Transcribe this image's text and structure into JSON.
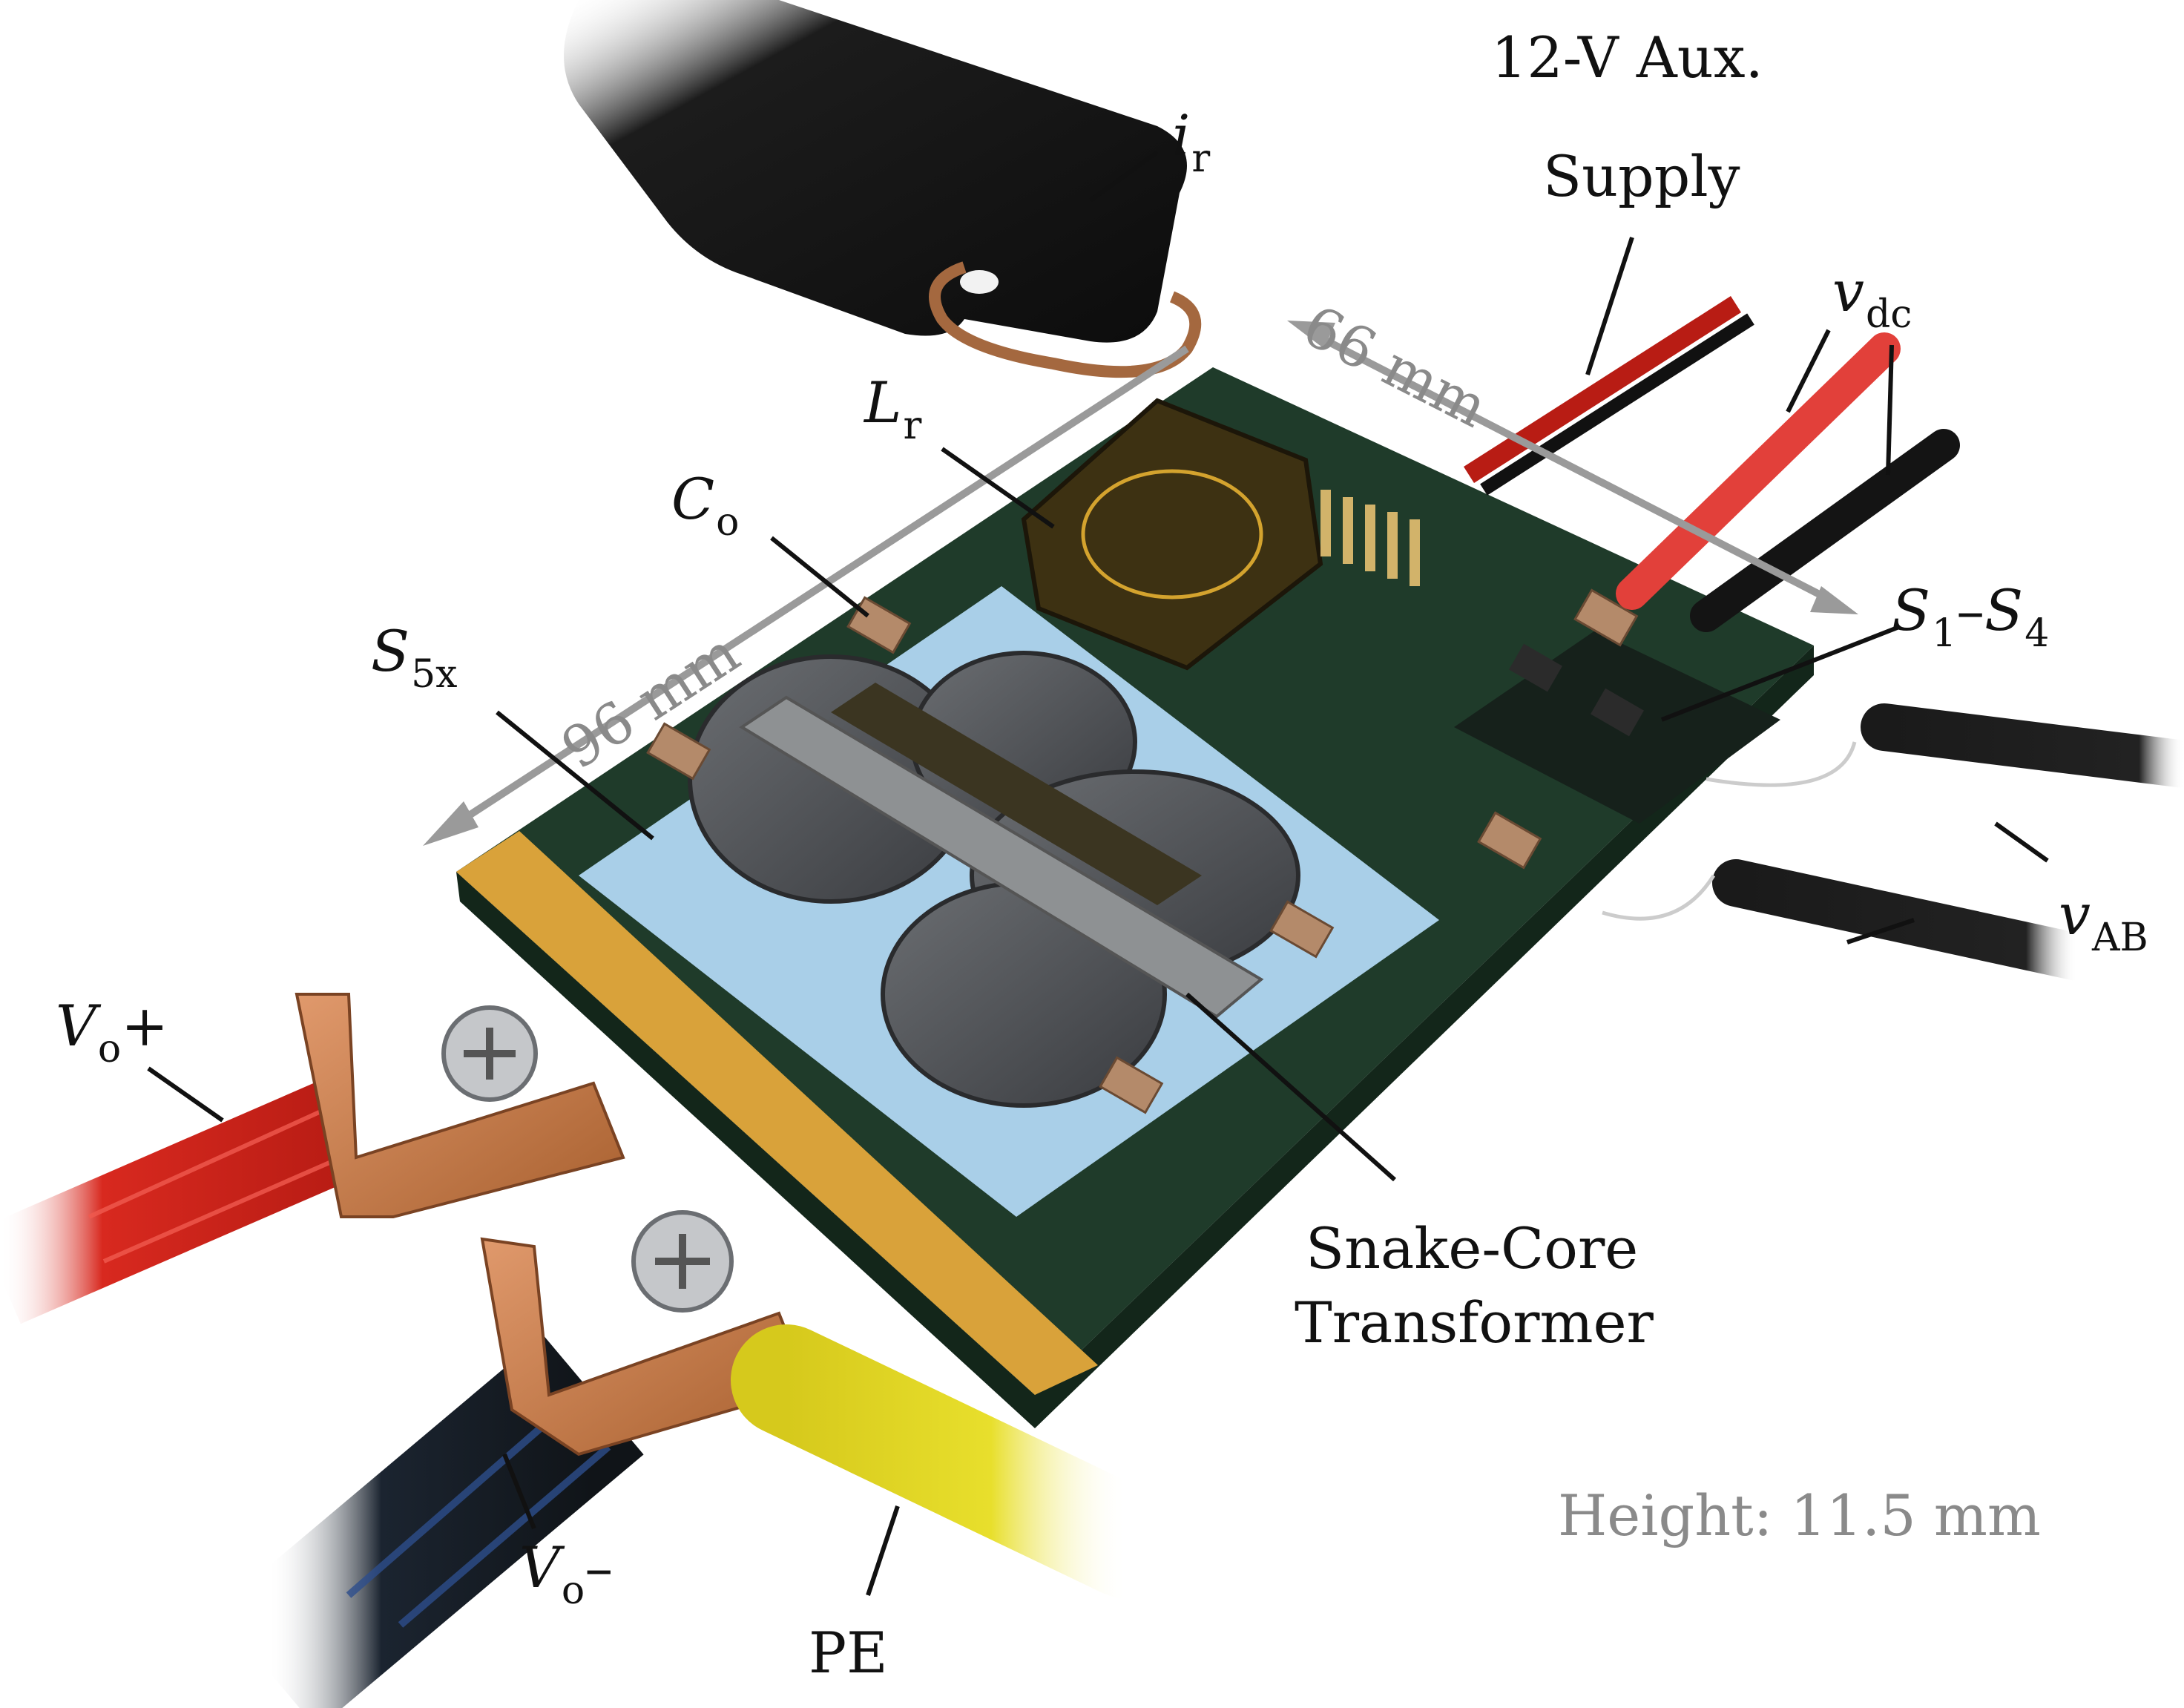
{
  "labels": {
    "ir": {
      "base": "i",
      "sub": "r"
    },
    "aux_line1": "12-V Aux.",
    "aux_line2": "Supply",
    "vdc": {
      "base": "v",
      "sub": "dc"
    },
    "dim66": "66 mm",
    "lr": {
      "base": "L",
      "sub": "r"
    },
    "co": {
      "base": "C",
      "sub": "o"
    },
    "s14": {
      "base1": "S",
      "sub1": "1",
      "dash": "–",
      "base2": "S",
      "sub2": "4"
    },
    "dim96": "96 mm",
    "s5x": {
      "base": "S",
      "sub": "5x"
    },
    "vab": {
      "base": "v",
      "sub": "AB"
    },
    "vo_plus": {
      "base": "V",
      "sub": "o",
      "sign": "+"
    },
    "snake_line1": "Snake-Core",
    "snake_line2": "Transformer",
    "vo_minus": {
      "base": "V",
      "sub": "o",
      "sign": "–"
    },
    "pe": "PE",
    "height": "Height: 11.5 mm"
  },
  "colors": {
    "board": "#1f3b2a",
    "thermal_pad": "#a9cfe8",
    "core": "#4d4f52",
    "gold_edge": "#d9a23a",
    "copper": "#c97b4a",
    "red_cable": "#d8291f",
    "black_cable": "#1a1a1a",
    "yellow_cable": "#e8df2c",
    "dim_arrow": "#9a9a9a"
  }
}
